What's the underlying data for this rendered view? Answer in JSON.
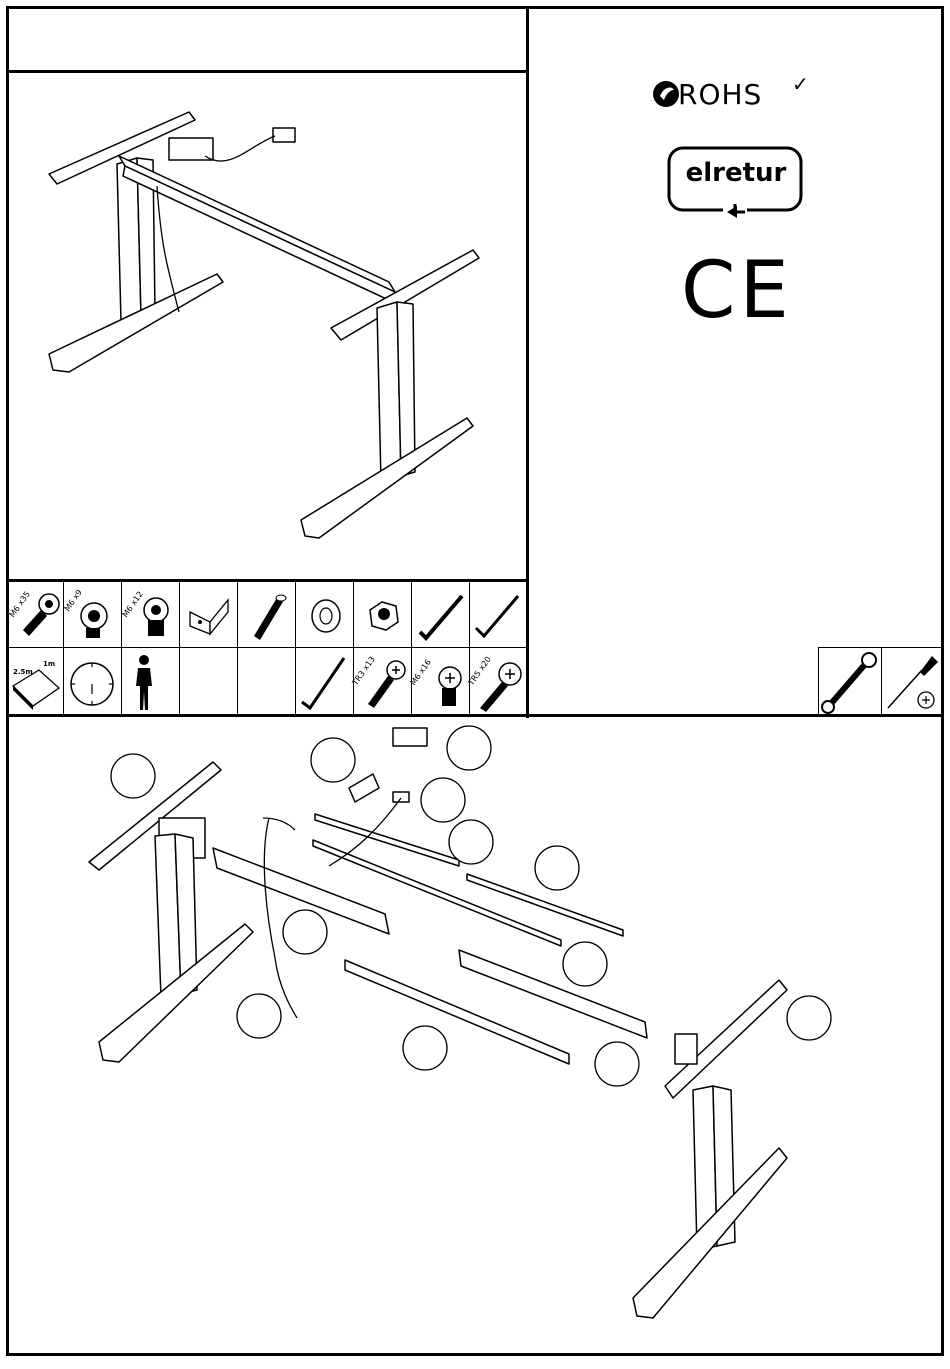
{
  "header": {
    "title": ""
  },
  "logos": {
    "rohs": "ROHS",
    "rohs_check": "✓",
    "elretur": "elretur",
    "ce": "CE"
  },
  "hardware": {
    "row1": [
      "M6 x35",
      "M6 x9",
      "M6 x12",
      "",
      "",
      "",
      "",
      "",
      ""
    ],
    "row2": [
      "",
      "",
      "",
      "",
      "",
      "",
      "TR3 x13",
      "M6 x16",
      "TR5 x20"
    ],
    "tray_labels": {
      "length": "2.5m",
      "width": "1m"
    }
  },
  "tools": {
    "items": [
      "wrench-icon",
      "screwdriver-icon"
    ]
  },
  "exploded_view": {
    "callout_count": 12,
    "callout_labels": [
      "",
      "",
      "",
      "",
      "",
      "",
      "",
      "",
      "",
      "",
      "",
      ""
    ]
  }
}
